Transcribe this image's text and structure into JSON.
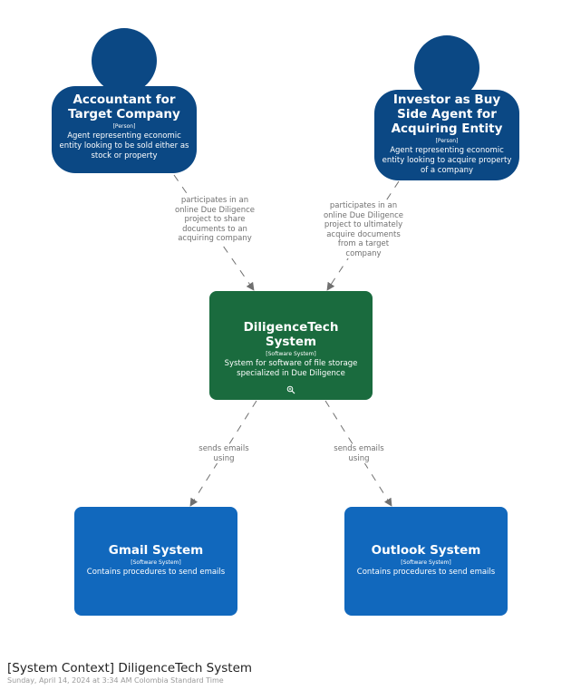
{
  "colors": {
    "person": "#0b4884",
    "software_system": "#1168bd",
    "focus_system": "#1a6b3e",
    "edge": "#707070"
  },
  "nodes": {
    "accountant": {
      "title": "Accountant for Target Company",
      "tag": "[Person]",
      "description": "Agent representing economic entity looking to be sold either as stock or property"
    },
    "investor": {
      "title": "Investor as Buy Side Agent for Acquiring Entity",
      "tag": "[Person]",
      "description": "Agent representing economic entity looking to acquire property of a company"
    },
    "diligencetech": {
      "title": "DiligenceTech System",
      "tag": "[Software System]",
      "description": "System for software of file storage specialized in Due Diligence",
      "icon": "zoom-icon"
    },
    "gmail": {
      "title": "Gmail System",
      "tag": "[Software System]",
      "description": "Contains procedures to send emails"
    },
    "outlook": {
      "title": "Outlook System",
      "tag": "[Software System]",
      "description": "Contains procedures to send emails"
    }
  },
  "edges": {
    "accountant_to_system": "participates in an online Due Diligence project to share documents to an acquiring company",
    "investor_to_system": "participates in an online Due Diligence project to ultimately acquire documents from a target company",
    "system_to_gmail": "sends emails using",
    "system_to_outlook": "sends emails using"
  },
  "footer": {
    "title": "[System Context] DiligenceTech System",
    "date": "Sunday, April 14, 2024 at 3:34 AM Colombia Standard Time"
  }
}
